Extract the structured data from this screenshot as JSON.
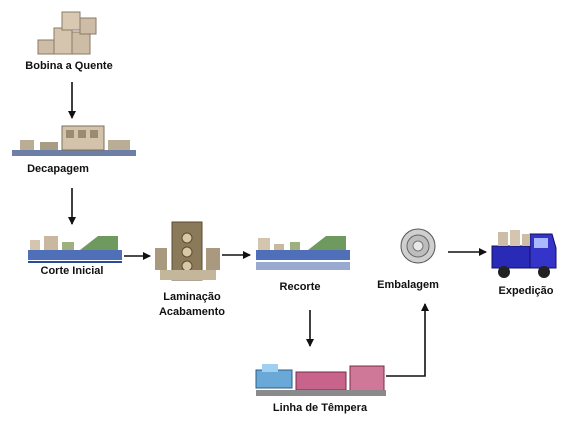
{
  "nodes": {
    "bobina": {
      "label": "Bobina a Quente",
      "icon": "coil-stack-icon"
    },
    "decapagem": {
      "label": "Decapagem",
      "icon": "pickling-line-icon"
    },
    "corte_inicial": {
      "label": "Corte Inicial",
      "icon": "cutting-line-icon"
    },
    "laminacao": {
      "label_line1": "Laminação",
      "label_line2": "Acabamento",
      "icon": "rolling-mill-icon"
    },
    "recorte": {
      "label": "Recorte",
      "icon": "recutting-line-icon"
    },
    "embalagem": {
      "label": "Embalagem",
      "icon": "coil-icon"
    },
    "expedicao": {
      "label": "Expedição",
      "icon": "truck-icon"
    },
    "tempera": {
      "label": "Linha de Têmpera",
      "icon": "tempering-line-icon"
    }
  },
  "colors": {
    "arrow": "#111111",
    "line_base": "#4f6fb8",
    "mill_brown": "#8b7a5a",
    "truck_blue": "#2a2ab8",
    "tempera_pink": "#c8648c"
  }
}
